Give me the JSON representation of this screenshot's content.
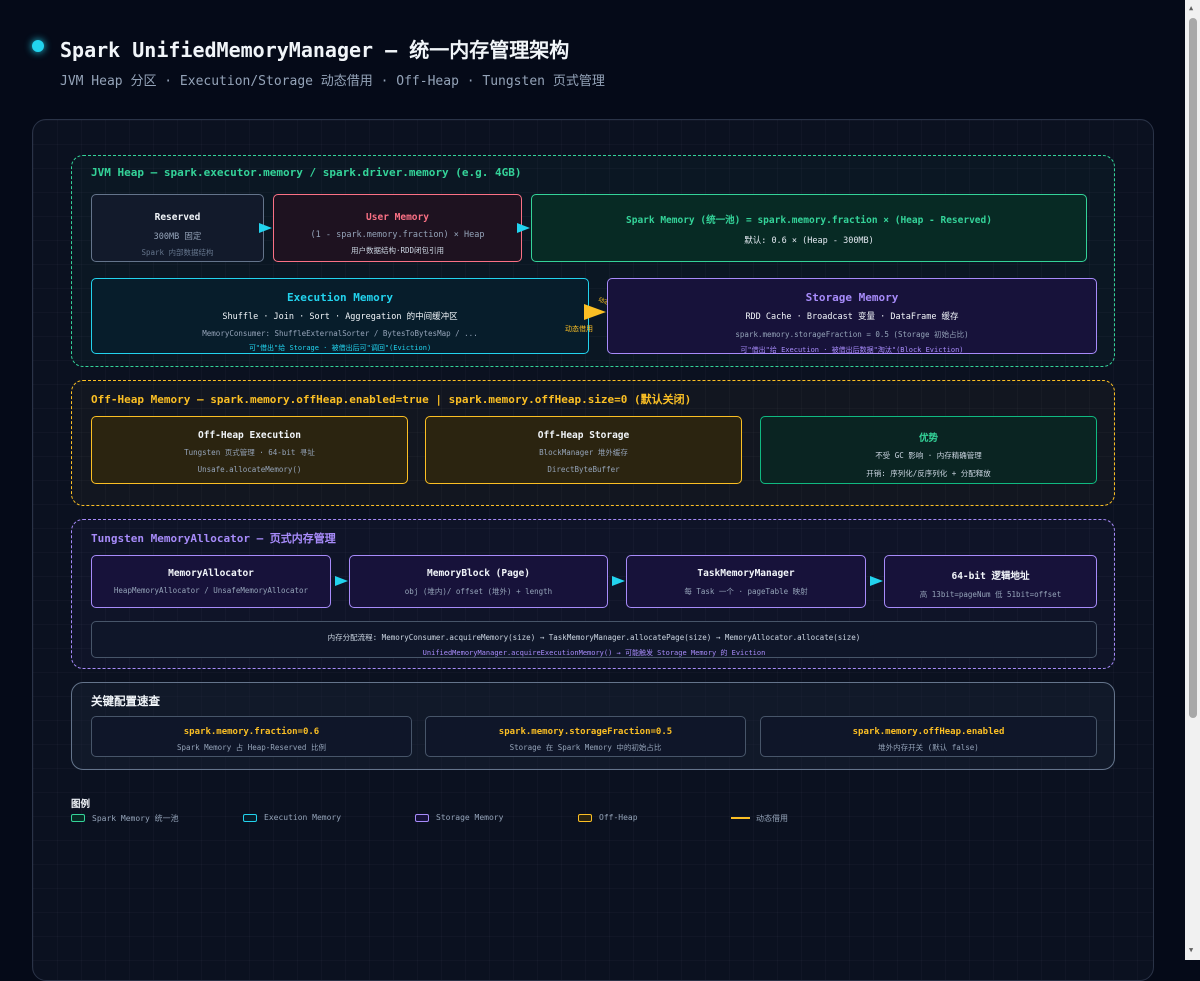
{
  "header": {
    "title": "Spark UnifiedMemoryManager — 统一内存管理架构",
    "subtitle": "JVM Heap 分区 · Execution/Storage 动态借用 · Off-Heap · Tungsten 页式管理"
  },
  "jvm": {
    "title": "JVM Heap — spark.executor.memory / spark.driver.memory (e.g. 4GB)",
    "reserved": {
      "title": "Reserved",
      "line": "300MB 固定",
      "sub": "Spark 内部数据结构"
    },
    "user": {
      "title": "User Memory",
      "line": "(1 - spark.memory.fraction) × Heap",
      "sub": "用户数据结构·RDD闭包引用"
    },
    "spark": {
      "title": "Spark Memory (统一池) = spark.memory.fraction × (Heap - Reserved)",
      "line": "默认: 0.6 × (Heap - 300MB)"
    },
    "execution": {
      "title": "Execution Memory",
      "line": "Shuffle · Join · Sort · Aggregation 的中间缓冲区",
      "sub": "MemoryConsumer: ShuffleExternalSorter / BytesToBytesMap / ...",
      "note": "可\"借出\"给 Storage · 被借出后可\"调回\"(Eviction)"
    },
    "storage": {
      "title": "Storage Memory",
      "line": "RDD Cache · Broadcast 变量 · DataFrame 缓存",
      "sub": "spark.memory.storageFraction = 0.5 (Storage 初始占比)",
      "note": "可\"借出\"给 Execution · 被借出后数据\"淘汰\"(Block Eviction)"
    },
    "borrow_label": "动态借用",
    "borrow_label2": "动态..."
  },
  "offheap": {
    "title": "Off-Heap Memory — spark.memory.offHeap.enabled=true | spark.memory.offHeap.size=0 (默认关闭)",
    "exec": {
      "title": "Off-Heap Execution",
      "line": "Tungsten 页式管理 · 64-bit 寻址",
      "sub": "Unsafe.allocateMemory()"
    },
    "storage": {
      "title": "Off-Heap Storage",
      "line": "BlockManager 堆外缓存",
      "sub": "DirectByteBuffer"
    },
    "adv": {
      "title": "优势",
      "line": "不受 GC 影响 · 内存精确管理",
      "sub": "开销: 序列化/反序列化 + 分配释放"
    }
  },
  "tungsten": {
    "title": "Tungsten MemoryAllocator — 页式内存管理",
    "allocator": {
      "title": "MemoryAllocator",
      "line": "HeapMemoryAllocator / UnsafeMemoryAllocator"
    },
    "block": {
      "title": "MemoryBlock (Page)",
      "line": "obj (堆内)/ offset (堆外) + length"
    },
    "tmm": {
      "title": "TaskMemoryManager",
      "line": "每 Task 一个 · pageTable 映射"
    },
    "addr": {
      "title": "64-bit 逻辑地址",
      "line": "高 13bit=pageNum 低 51bit=offset"
    },
    "flow": "内存分配流程: MemoryConsumer.acquireMemory(size) → TaskMemoryManager.allocatePage(size) → MemoryAllocator.allocate(size)",
    "flow2": "UnifiedMemoryManager.acquireExecutionMemory() → 可能触发 Storage Memory 的 Eviction"
  },
  "config": {
    "title": "关键配置速查",
    "items": [
      {
        "key": "spark.memory.fraction=0.6",
        "desc": "Spark Memory 占 Heap-Reserved 比例"
      },
      {
        "key": "spark.memory.storageFraction=0.5",
        "desc": "Storage 在 Spark Memory 中的初始占比"
      },
      {
        "key": "spark.memory.offHeap.enabled",
        "desc": "堆外内存开关 (默认 false)"
      }
    ]
  },
  "legend": {
    "title": "图例",
    "items": [
      "Spark Memory 统一池",
      "Execution Memory",
      "Storage Memory",
      "Off-Heap",
      "动态借用"
    ]
  },
  "colors": {
    "spark": "#34d399",
    "execution": "#22d3ee",
    "storage": "#a78bfa",
    "offheap": "#fbbf24",
    "user": "#fb7185",
    "reserved": "#64748b"
  }
}
